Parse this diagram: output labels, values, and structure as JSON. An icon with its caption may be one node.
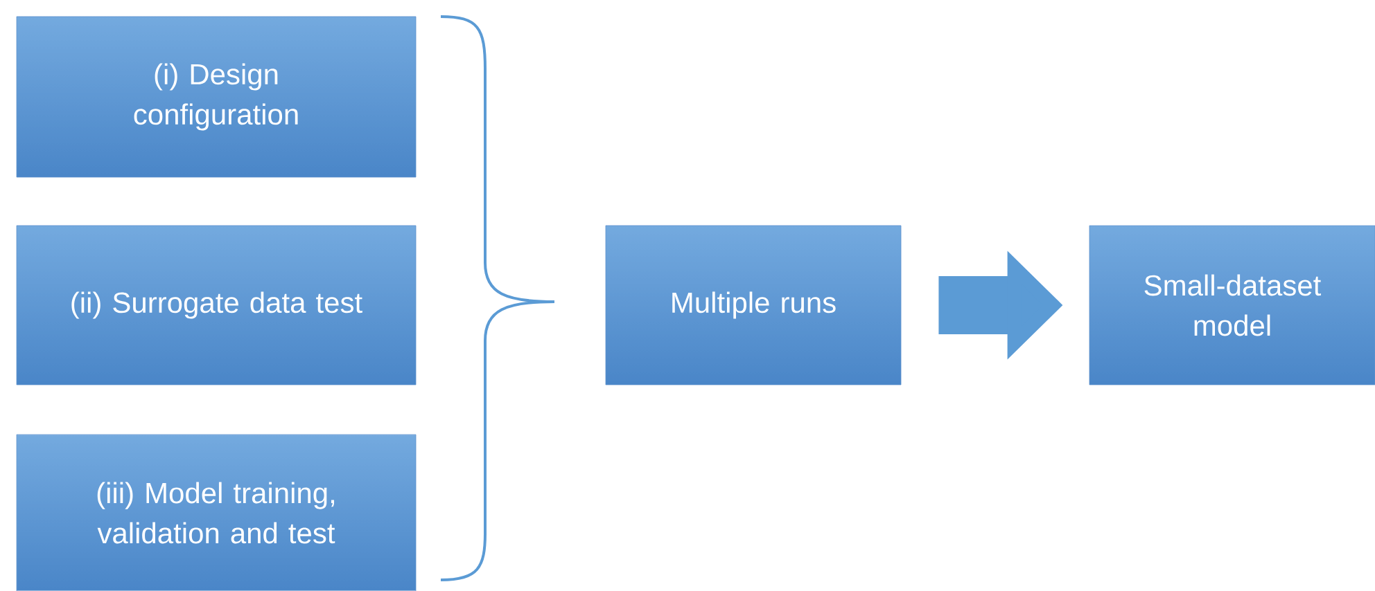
{
  "diagram": {
    "nodes": [
      {
        "text": [
          "(i) Design configuration"
        ]
      },
      {
        "text": [
          "(ii) Surrogate data test"
        ]
      },
      {
        "text": [
          "(iii) Model training, validation and test"
        ]
      },
      {
        "text": [
          "Multiple runs"
        ]
      },
      {
        "text": [
          "Small-dataset model"
        ]
      }
    ],
    "edges": [
      {
        "from": 3,
        "to": 4,
        "arrow": "to"
      }
    ]
  }
}
